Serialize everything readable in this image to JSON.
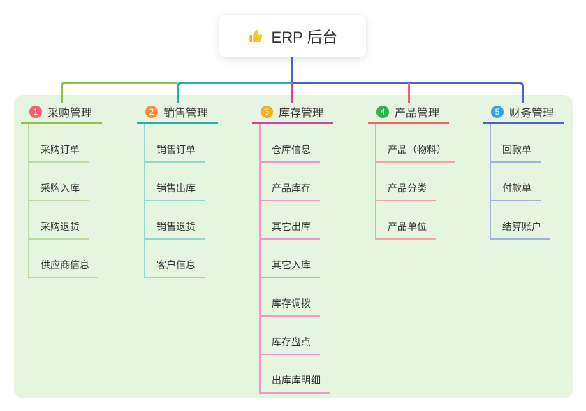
{
  "root": {
    "title": "ERP 后台",
    "icon": "thumbs-up-icon"
  },
  "colors": {
    "panel_bg": "#e6f5e0",
    "stem": "#4a63cf",
    "text": "#333333"
  },
  "branches": [
    {
      "num": "1",
      "label": "采购管理",
      "badge_color": "#f85f6e",
      "line_color": "#8bc34a",
      "child_line_color": "#b9dc9e",
      "children": [
        "采购订单",
        "采购入库",
        "采购退货",
        "供应商信息"
      ]
    },
    {
      "num": "2",
      "label": "销售管理",
      "badge_color": "#fb8d42",
      "line_color": "#23b3a6",
      "child_line_color": "#8fd8cf",
      "children": [
        "销售订单",
        "销售出库",
        "销售退货",
        "客户信息"
      ]
    },
    {
      "num": "3",
      "label": "库存管理",
      "badge_color": "#fbac18",
      "line_color": "#d6419f",
      "child_line_color": "#ef98cb",
      "children": [
        "仓库信息",
        "产品库存",
        "其它出库",
        "其它入库",
        "库存调拨",
        "库存盘点",
        "出库库明细"
      ]
    },
    {
      "num": "4",
      "label": "产品管理",
      "badge_color": "#2eb150",
      "line_color": "#f95f62",
      "child_line_color": "#f9a2a4",
      "children": [
        "产品（物料）",
        "产品分类",
        "产品单位"
      ]
    },
    {
      "num": "5",
      "label": "财务管理",
      "badge_color": "#35a3e0",
      "line_color": "#4a63cf",
      "child_line_color": "#9fb1e1",
      "children": [
        "回款单",
        "付款单",
        "结算账户"
      ]
    }
  ]
}
